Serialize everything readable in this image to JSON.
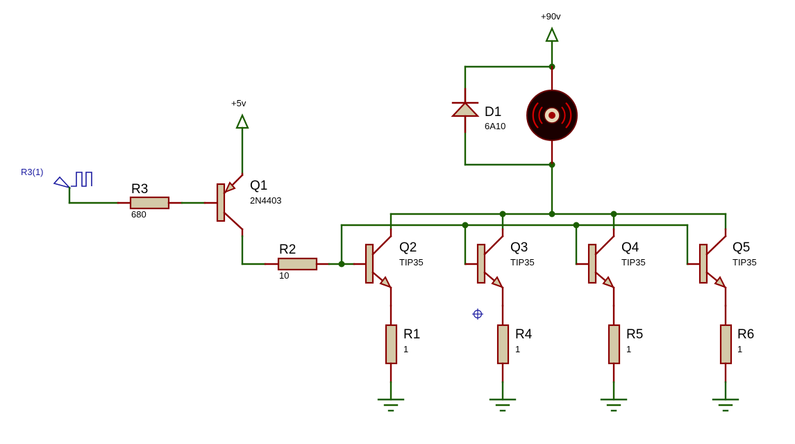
{
  "rails": {
    "vcc_high": "+90v",
    "vcc_low": "+5v"
  },
  "generator": {
    "label": "R3(1)"
  },
  "components": {
    "R3": {
      "ref": "R3",
      "value": "680"
    },
    "R2": {
      "ref": "R2",
      "value": "10"
    },
    "Q1": {
      "ref": "Q1",
      "value": "2N4403"
    },
    "Q2": {
      "ref": "Q2",
      "value": "TIP35"
    },
    "Q3": {
      "ref": "Q3",
      "value": "TIP35"
    },
    "Q4": {
      "ref": "Q4",
      "value": "TIP35"
    },
    "Q5": {
      "ref": "Q5",
      "value": "TIP35"
    },
    "R1": {
      "ref": "R1",
      "value": "1"
    },
    "R4": {
      "ref": "R4",
      "value": "1"
    },
    "R5": {
      "ref": "R5",
      "value": "1"
    },
    "R6": {
      "ref": "R6",
      "value": "1"
    },
    "D1": {
      "ref": "D1",
      "value": "6A10"
    }
  },
  "colors": {
    "wire": "#1b5e00",
    "pin": "#8b0000",
    "body": "#d4caa8",
    "generator": "#1a1aa0"
  }
}
